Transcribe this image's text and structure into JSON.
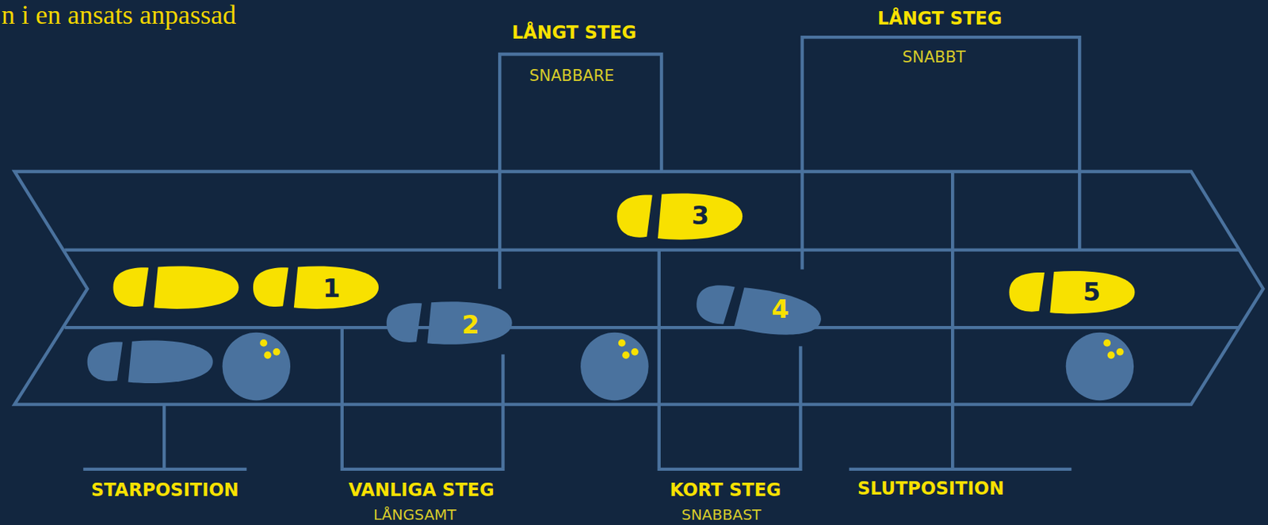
{
  "diagram": {
    "labels": [
      "n i en ansats anpassad",
      "LÅNGT STEG",
      "SNABBARE",
      "LÅNGT STEG",
      "SNABBT",
      "3",
      "1",
      "2",
      "4",
      "5",
      "STARPOSITION",
      "VANLIGA STEG",
      "LÅNGSAMT",
      "KORT STEG",
      "SNABBAST",
      "SLUTPOSITION"
    ]
  }
}
